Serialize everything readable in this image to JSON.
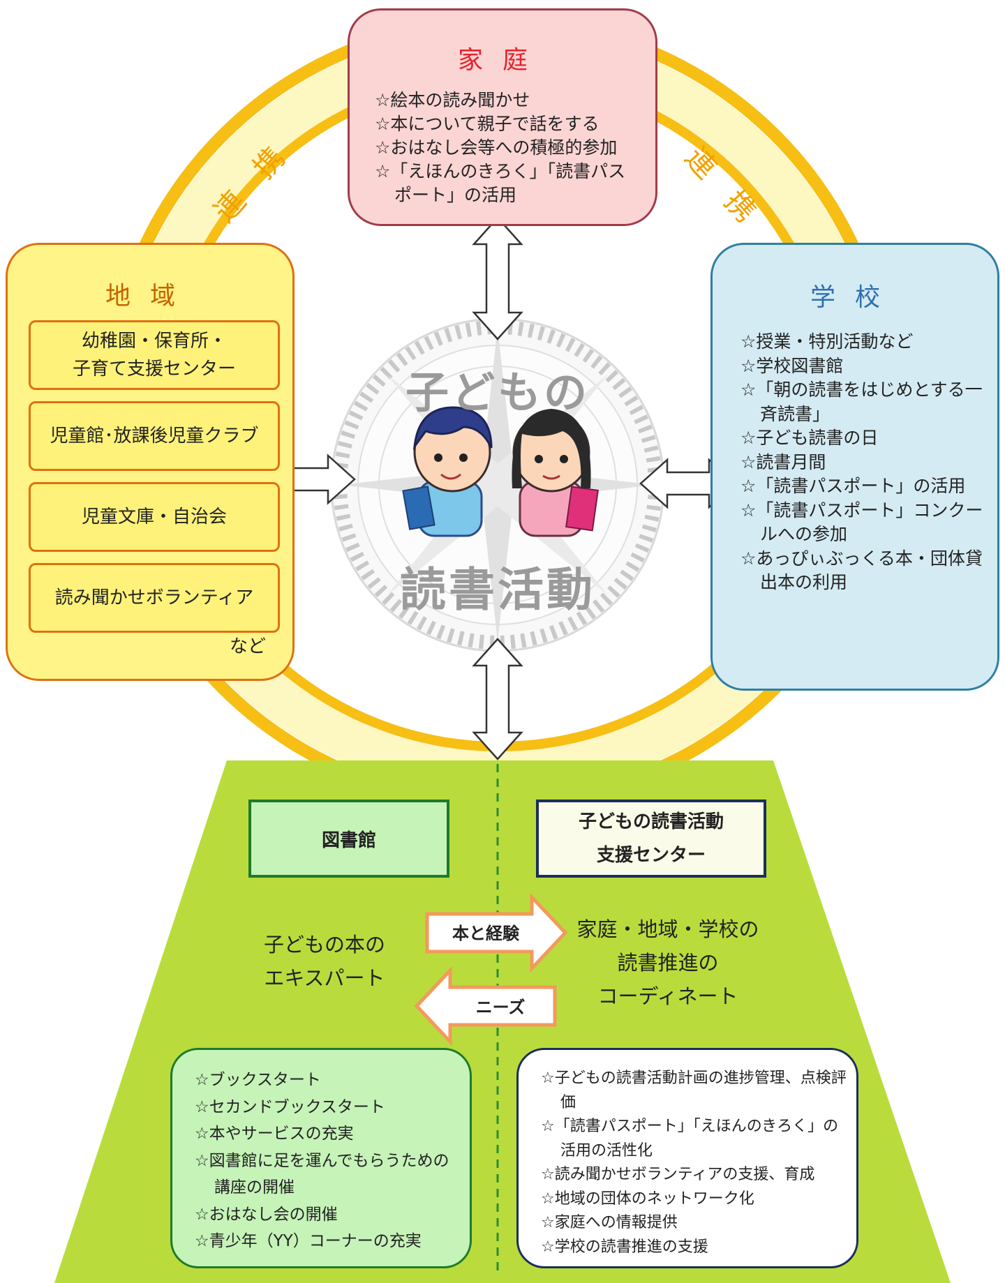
{
  "colors": {
    "ring": "#f7be14",
    "ring_inner": "#fdf7c2",
    "home_bg": "#fbd4d4",
    "home_border": "#a03c48",
    "community_bg": "#fff488",
    "community_border": "#e07010",
    "school_bg": "#d4ebf3",
    "school_border": "#2e7fa3",
    "trapezoid": "#b9dc3c",
    "library_box": "#c6f3b8",
    "center_box": "#fbfbea",
    "arrow_orange": "#f29a5c"
  },
  "ring": {
    "label_left": "連　携",
    "label_right": "連　携"
  },
  "home": {
    "title": "家庭",
    "items": [
      "☆絵本の読み聞かせ",
      "☆本について親子で話をする",
      "☆おはなし会等への積極的参加",
      "☆「えほんのきろく」「読書パスポート」の活用"
    ]
  },
  "community": {
    "title": "地域",
    "items": [
      "幼稚園・保育所・\n子育て支援センター",
      "児童館･放課後児童クラブ",
      "児童文庫・自治会",
      "読み聞かせボランティア"
    ],
    "etc": "など"
  },
  "school": {
    "title": "学校",
    "items": [
      "☆授業・特別活動など",
      "☆学校図書館",
      "☆「朝の読書をはじめとする一斉読書」",
      "☆子ども読書の日",
      "☆読書月間",
      "☆「読書パスポート」の活用",
      "☆「読書パスポート」コンクールへの参加",
      "☆あっぴぃぶっくる本・団体貸出本の利用"
    ]
  },
  "center": {
    "top_text": "子どもの",
    "bottom_text": "読書活動"
  },
  "library": {
    "title": "図書館",
    "description": "子どもの本の\nエキスパート",
    "items": [
      "☆ブックスタート",
      "☆セカンドブックスタート",
      "☆本やサービスの充実",
      "☆図書館に足を運んでもらうための講座の開催",
      "☆おはなし会の開催",
      "☆青少年（YY）コーナーの充実"
    ]
  },
  "support_center": {
    "title": "子どもの読書活動\n支援センター",
    "description": "家庭・地域・学校の\n読書推進の\nコーディネート",
    "items": [
      "☆子どもの読書活動計画の進捗管理、点検評価",
      "☆「読書パスポート」「えほんのきろく」の活用の活性化",
      "☆読み聞かせボランティアの支援、育成",
      "☆地域の団体のネットワーク化",
      "☆家庭への情報提供",
      "☆学校の読書推進の支援"
    ]
  },
  "flows": {
    "forward": "本と経験",
    "backward": "ニーズ"
  }
}
